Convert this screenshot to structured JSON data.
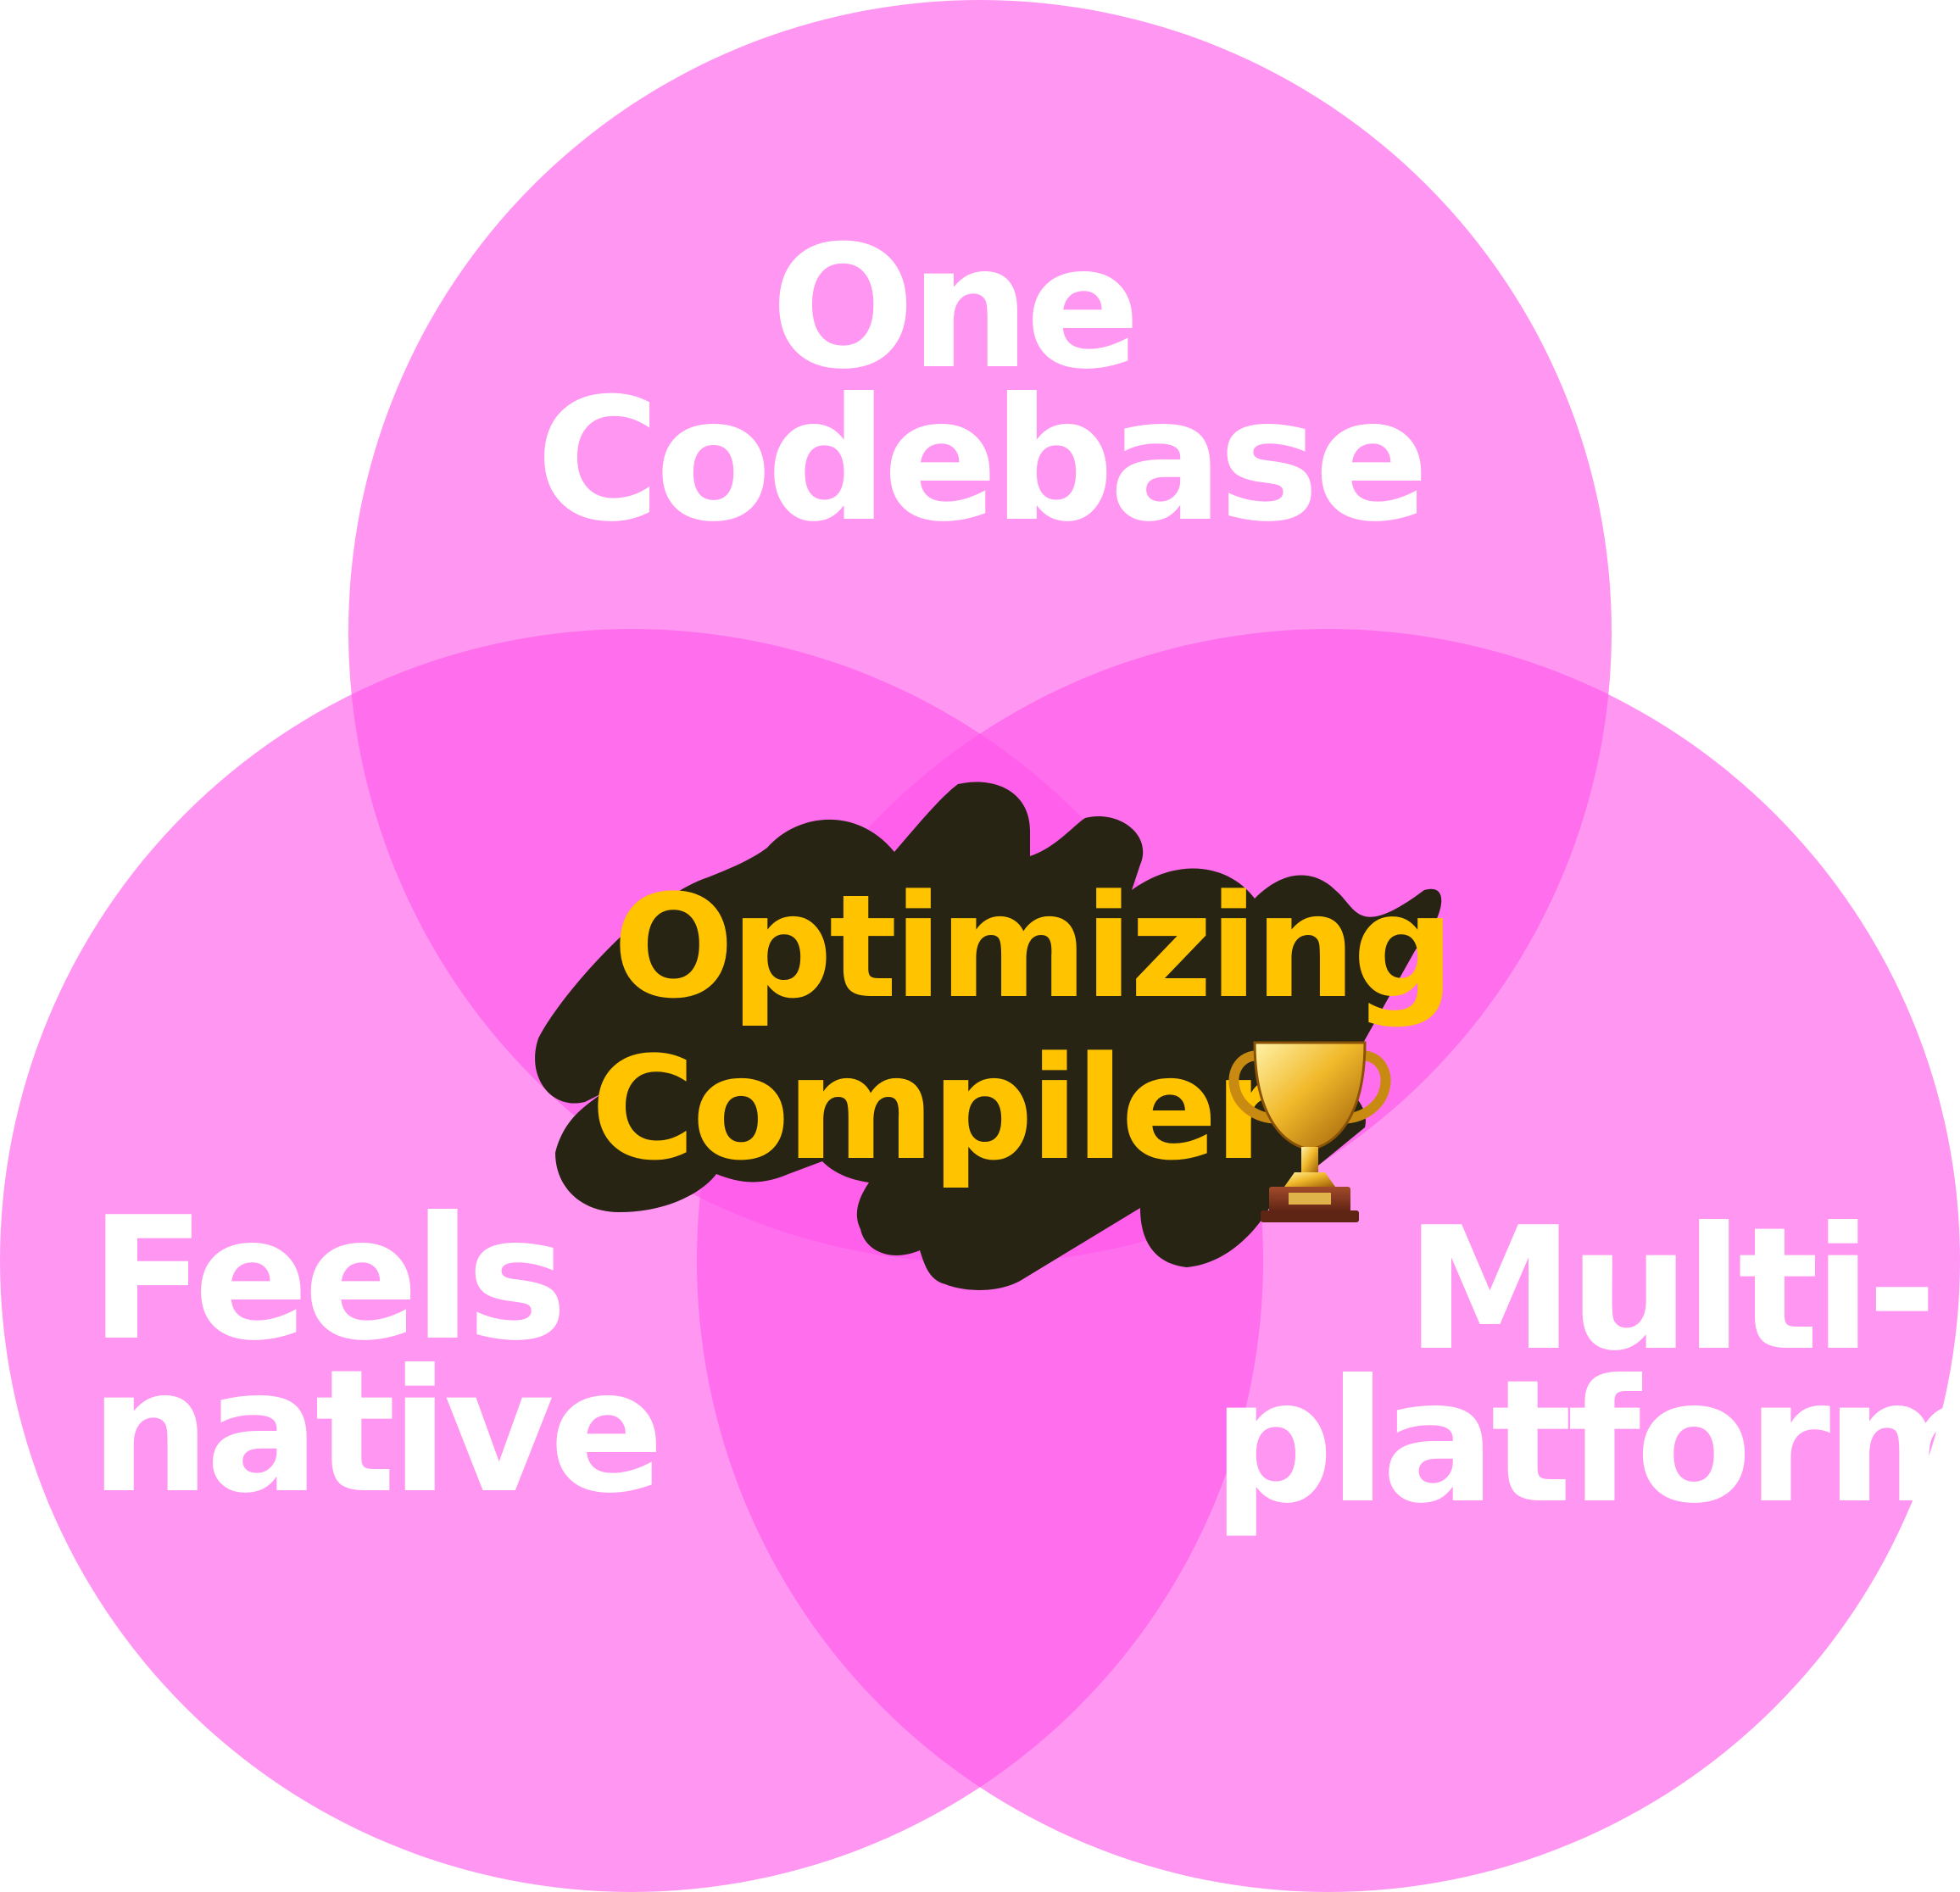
{
  "colors": {
    "background": "#ffffff",
    "circle_fill": "#ff55e8",
    "circle_opacity": 0.62,
    "label_text": "#ffffff",
    "blob_fill": "#272414",
    "center_text": "#ffc300"
  },
  "sets": [
    {
      "id": "one-codebase",
      "lines": [
        "One",
        "Codebase"
      ]
    },
    {
      "id": "feels-native",
      "lines": [
        "Feels",
        "native"
      ]
    },
    {
      "id": "multi-platform",
      "lines": [
        "Multi-",
        "platform"
      ]
    }
  ],
  "intersection": {
    "lines": [
      "Optimizing",
      "Compiler"
    ],
    "icon": "trophy-icon"
  }
}
